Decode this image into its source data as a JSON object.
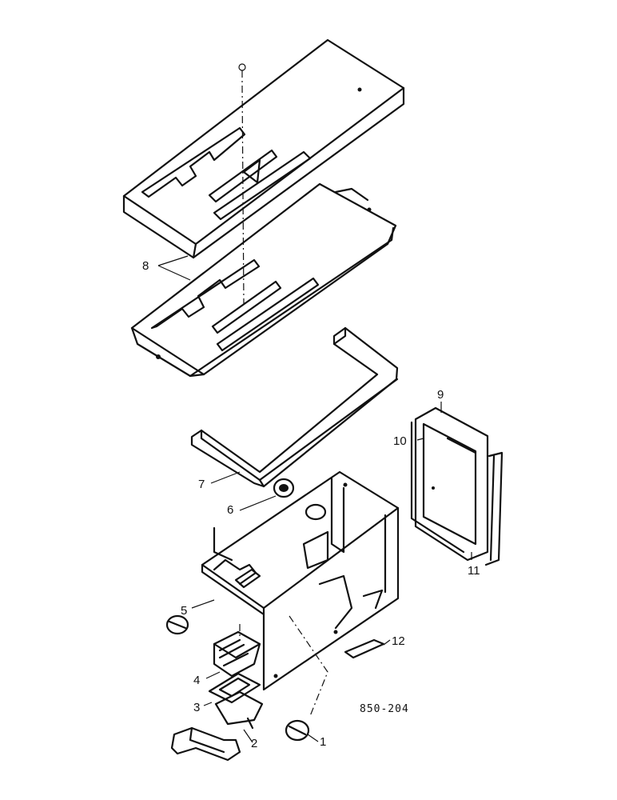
{
  "figure_code": "850-204",
  "callouts": [
    {
      "id": "1",
      "label": "1"
    },
    {
      "id": "2",
      "label": "2"
    },
    {
      "id": "3",
      "label": "3"
    },
    {
      "id": "4",
      "label": "4"
    },
    {
      "id": "5",
      "label": "5"
    },
    {
      "id": "6",
      "label": "6"
    },
    {
      "id": "7",
      "label": "7"
    },
    {
      "id": "8",
      "label": "8"
    },
    {
      "id": "9",
      "label": "9"
    },
    {
      "id": "10",
      "label": "10"
    },
    {
      "id": "11",
      "label": "11"
    },
    {
      "id": "12",
      "label": "12"
    }
  ],
  "colors": {
    "ink": "#111111",
    "paper": "#ffffff"
  }
}
